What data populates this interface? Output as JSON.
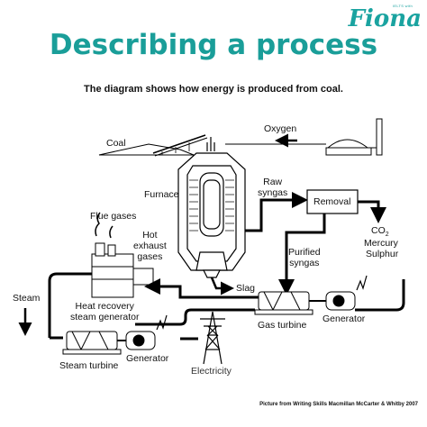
{
  "brand": {
    "small": "IELTS with",
    "name": "Fiona",
    "accent": "#1aa3a0"
  },
  "title": "Describing a process",
  "subtitle": "The diagram shows how energy is produced from coal.",
  "labels": {
    "coal": "Coal",
    "oxygen": "Oxygen",
    "furnace": "Furnace",
    "raw_syngas": "Raw\nsyngas",
    "removal": "Removal",
    "co2": "CO",
    "co2_sub": "2",
    "mercury": "Mercury",
    "sulphur": "Sulphur",
    "flue_gases": "Flue gases",
    "hot_exhaust": "Hot\nexhaust\ngases",
    "purified_syngas": "Purified\nsyngas",
    "slag": "Slag",
    "steam": "Steam",
    "heat_recovery": "Heat recovery\nsteam generator",
    "gas_turbine": "Gas turbine",
    "generator_right": "Generator",
    "steam_turbine": "Steam turbine",
    "generator_left": "Generator",
    "electricity": "Electricity"
  },
  "credit": "Picture from Writing Skills Macmillan McCarter & Whitby 2007"
}
